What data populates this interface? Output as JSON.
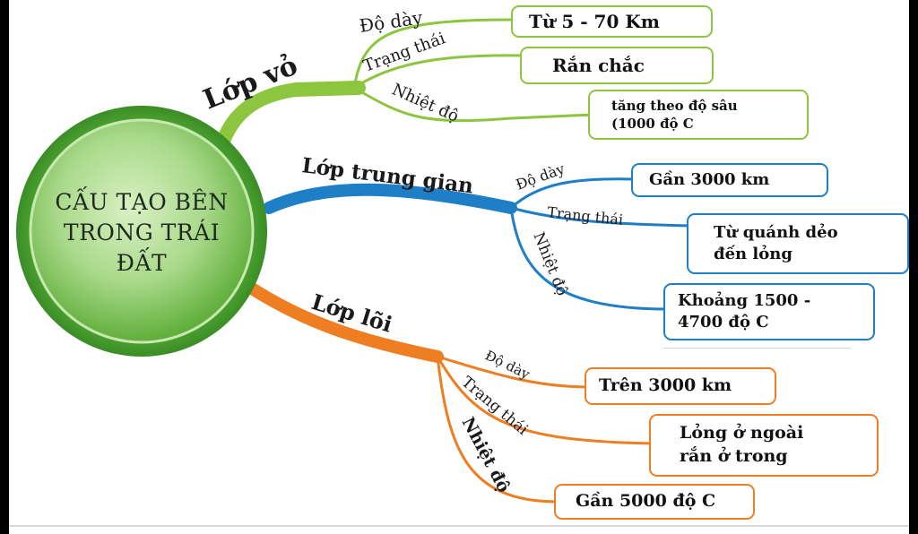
{
  "colors": {
    "green": "#8cc63f",
    "blue": "#1f7fc6",
    "orange": "#ef7d22",
    "center_fill": "#6cbf3f"
  },
  "center": {
    "line1": "CẤU TẠO BÊN",
    "line2": "TRONG TRÁI",
    "line3": "ĐẤT"
  },
  "branches": {
    "crust": {
      "label": "Lớp vỏ",
      "thickness_label": "Độ dày",
      "state_label": "Trạng thái",
      "temp_label": "Nhiệt độ",
      "thickness_value": "Từ 5 - 70 Km",
      "state_value": "Rắn chắc",
      "temp_value_line1": "tăng theo độ sâu",
      "temp_value_line2": "(1000 độ C"
    },
    "mantle": {
      "label": "Lớp trung gian",
      "thickness_label": "Độ dày",
      "state_label": "Trạng thái",
      "temp_label": "Nhiệt độ",
      "thickness_value": "Gần 3000 km",
      "state_value_line1": "Từ quánh dẻo",
      "state_value_line2": "đến lỏng",
      "temp_value_line1": "Khoảng 1500 -",
      "temp_value_line2": "4700 độ C"
    },
    "core": {
      "label": "Lớp lõi",
      "thickness_label": "Độ dày",
      "state_label": "Trạng thái",
      "temp_label": "Nhiệt độ",
      "thickness_value": "Trên 3000 km",
      "state_value_line1": "Lỏng ở ngoài",
      "state_value_line2": "rắn ở trong",
      "temp_value": "Gần 5000 độ C"
    }
  }
}
